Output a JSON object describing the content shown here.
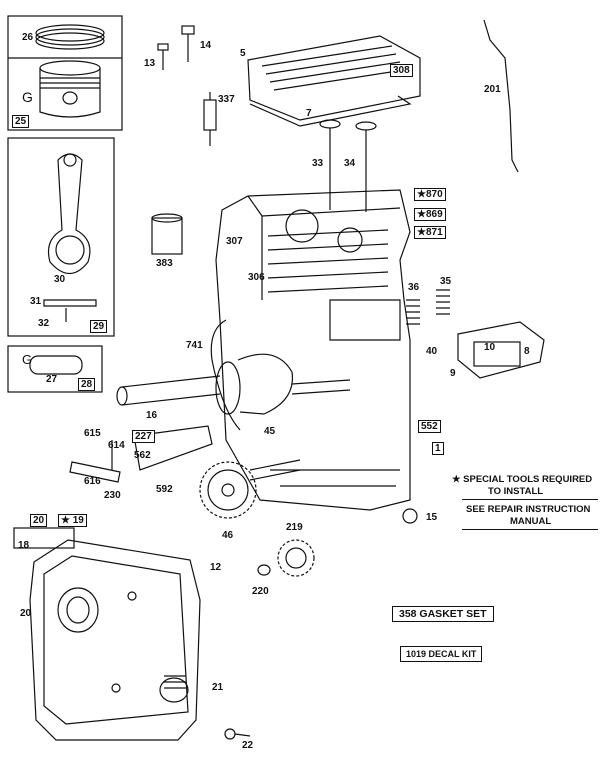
{
  "parts": [
    {
      "id": "p26",
      "label": "26"
    },
    {
      "id": "p25",
      "label": "25"
    },
    {
      "id": "pG1",
      "label": "G"
    },
    {
      "id": "p13",
      "label": "13"
    },
    {
      "id": "p14",
      "label": "14"
    },
    {
      "id": "p5",
      "label": "5"
    },
    {
      "id": "p308",
      "label": "308"
    },
    {
      "id": "p7",
      "label": "7"
    },
    {
      "id": "p337",
      "label": "337"
    },
    {
      "id": "p201",
      "label": "201"
    },
    {
      "id": "p33",
      "label": "33"
    },
    {
      "id": "p34",
      "label": "34"
    },
    {
      "id": "p870",
      "label": "★870"
    },
    {
      "id": "p869",
      "label": "★869"
    },
    {
      "id": "p871",
      "label": "★871"
    },
    {
      "id": "p307",
      "label": "307"
    },
    {
      "id": "p383",
      "label": "383"
    },
    {
      "id": "p306",
      "label": "306"
    },
    {
      "id": "p30",
      "label": "30"
    },
    {
      "id": "p31",
      "label": "31"
    },
    {
      "id": "p32",
      "label": "32"
    },
    {
      "id": "p29",
      "label": "29"
    },
    {
      "id": "pG2",
      "label": "G"
    },
    {
      "id": "p27",
      "label": "27"
    },
    {
      "id": "p28",
      "label": "28"
    },
    {
      "id": "p36",
      "label": "36"
    },
    {
      "id": "p35",
      "label": "35"
    },
    {
      "id": "p40",
      "label": "40"
    },
    {
      "id": "p10",
      "label": "10"
    },
    {
      "id": "p8",
      "label": "8"
    },
    {
      "id": "p9",
      "label": "9"
    },
    {
      "id": "p741",
      "label": "741"
    },
    {
      "id": "p16",
      "label": "16"
    },
    {
      "id": "p552",
      "label": "552"
    },
    {
      "id": "p1",
      "label": "1"
    },
    {
      "id": "p615",
      "label": "615"
    },
    {
      "id": "p614",
      "label": "614"
    },
    {
      "id": "p227",
      "label": "227"
    },
    {
      "id": "p562",
      "label": "562"
    },
    {
      "id": "p45",
      "label": "45"
    },
    {
      "id": "p616",
      "label": "616"
    },
    {
      "id": "p230",
      "label": "230"
    },
    {
      "id": "p592",
      "label": "592"
    },
    {
      "id": "p46",
      "label": "46"
    },
    {
      "id": "p15",
      "label": "15"
    },
    {
      "id": "p20a",
      "label": "20"
    },
    {
      "id": "p19",
      "label": "★ 19"
    },
    {
      "id": "p18",
      "label": "18"
    },
    {
      "id": "p12",
      "label": "12"
    },
    {
      "id": "p219",
      "label": "219"
    },
    {
      "id": "p220",
      "label": "220"
    },
    {
      "id": "p20b",
      "label": "20"
    },
    {
      "id": "p21",
      "label": "21"
    },
    {
      "id": "p22",
      "label": "22"
    }
  ],
  "notes": {
    "special_tools_line1": "★ SPECIAL TOOLS REQUIRED",
    "special_tools_line2": "TO INSTALL",
    "see_manual_line1": "SEE REPAIR INSTRUCTION",
    "see_manual_line2": "MANUAL",
    "gasket_set": "358 GASKET SET",
    "decal_kit": "1019 DECAL KIT"
  }
}
